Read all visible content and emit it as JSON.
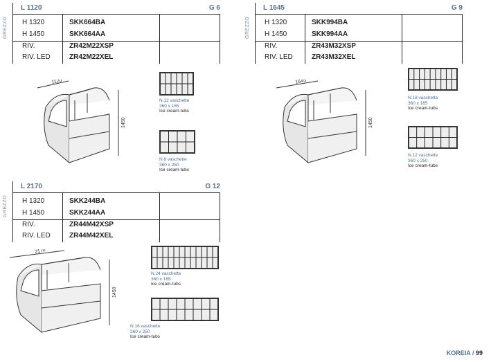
{
  "sections": [
    {
      "length": "L 1120",
      "group": "G 6",
      "side_label": "GREZZO",
      "rows": [
        {
          "k": "H 1320",
          "v": "SKK664BA"
        },
        {
          "k": "H 1450",
          "v": "SKK664AA"
        },
        {
          "k": "RIV.",
          "v": "ZR42M22XSP"
        },
        {
          "k": "RIV. LED",
          "v": "ZR42M22XEL"
        }
      ],
      "width_dim": "1120",
      "height_dim": "1450",
      "tubs": [
        {
          "count": "N.12 vaschette",
          "size": "360 x 165",
          "label": "Ice cream-tubs",
          "cols": 6,
          "rows": 2
        },
        {
          "count": "N.8 vaschette",
          "size": "360 x 250",
          "label": "Ice cream-tubs",
          "cols": 4,
          "rows": 2
        }
      ]
    },
    {
      "length": "L 1645",
      "group": "G 9",
      "side_label": "GREZZO",
      "rows": [
        {
          "k": "H 1320",
          "v": "SKK994BA"
        },
        {
          "k": "H 1450",
          "v": "SKK994AA"
        },
        {
          "k": "RIV.",
          "v": "ZR43M32XSP"
        },
        {
          "k": "RIV. LED",
          "v": "ZR43M32XEL"
        }
      ],
      "width_dim": "1645",
      "height_dim": "1450",
      "tubs": [
        {
          "count": "N.18 vaschette",
          "size": "360 x 165",
          "label": "Ice cream-tubs",
          "cols": 9,
          "rows": 2
        },
        {
          "count": "N.12 vaschette",
          "size": "360 x 250",
          "label": "Ice cream-tubs",
          "cols": 6,
          "rows": 2
        }
      ]
    },
    {
      "length": "L 2170",
      "group": "G 12",
      "side_label": "GREZZO",
      "rows": [
        {
          "k": "H 1320",
          "v": "SKK244BA"
        },
        {
          "k": "H 1450",
          "v": "SKK244AA"
        },
        {
          "k": "RIV.",
          "v": "ZR44M42XSP"
        },
        {
          "k": "RIV. LED",
          "v": "ZR44M42XEL"
        }
      ],
      "width_dim": "2170",
      "height_dim": "1450",
      "tubs": [
        {
          "count": "N.24 vaschette",
          "size": "360 x 165",
          "label": "Ice cream-tubs",
          "cols": 12,
          "rows": 2
        },
        {
          "count": "N.16 vaschette",
          "size": "360 x 250",
          "label": "Ice cream-tubs",
          "cols": 8,
          "rows": 2
        }
      ]
    }
  ],
  "footer": {
    "brand": "KOREIA",
    "page": "99"
  }
}
